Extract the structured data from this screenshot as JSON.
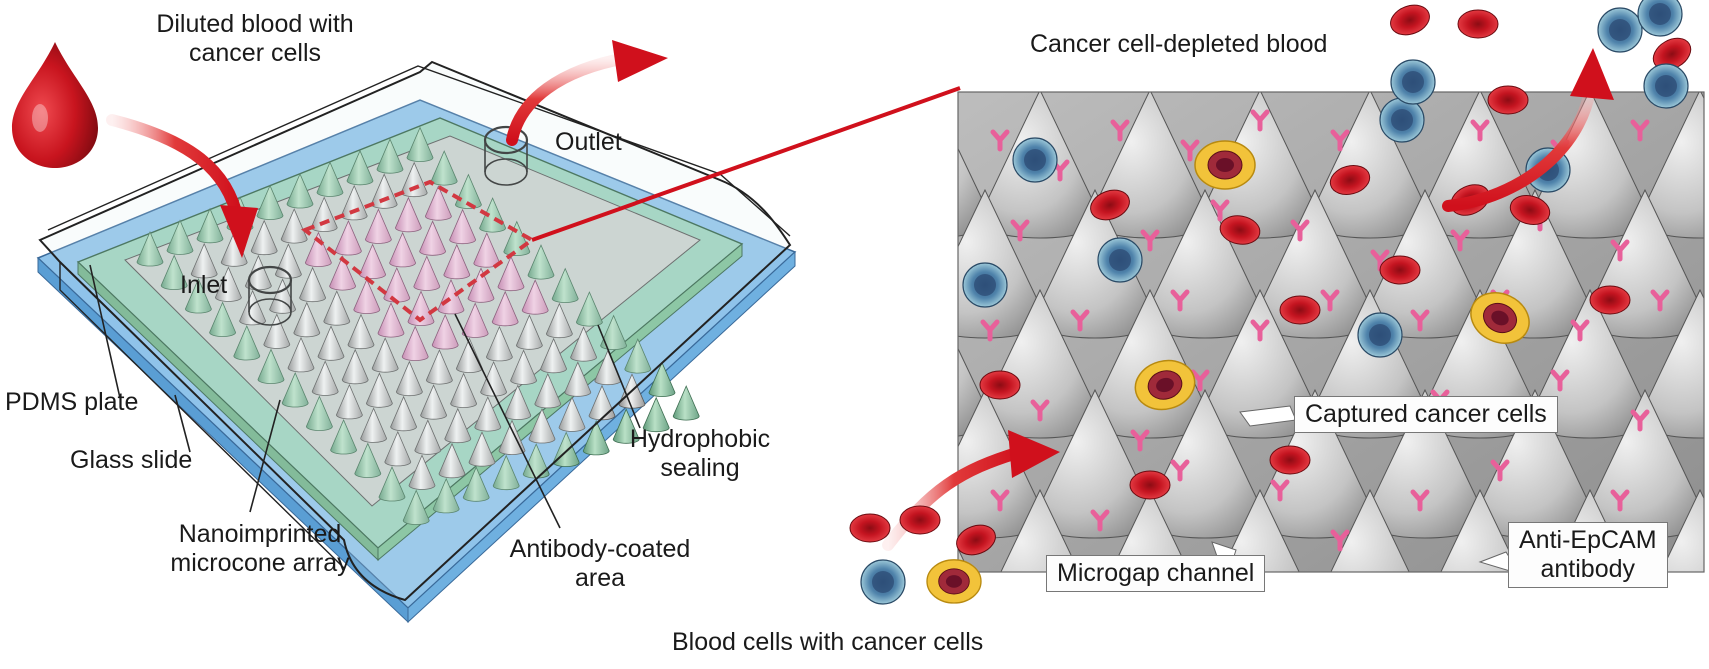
{
  "labels": {
    "diluted_blood": "Diluted blood with\ncancer cells",
    "outlet": "Outlet",
    "inlet": "Inlet",
    "pdms_plate": "PDMS plate",
    "glass_slide": "Glass slide",
    "nanoimprinted": "Nanoimprinted\nmicrocone array",
    "antibody_area": "Antibody-coated\narea",
    "hydrophobic": "Hydrophobic\nsealing",
    "blood_cells": "Blood cells with cancer cells",
    "depleted": "Cancer cell-depleted blood",
    "captured": "Captured cancer cells",
    "microgap": "Microgap channel",
    "anti_epcam": "Anti-EpCAM\nantibody"
  },
  "colors": {
    "blood_red": "#c8141e",
    "rbc": "#c41420",
    "cone_gray": "#b8b8b8",
    "antibody_pink": "#e8609a",
    "sealing_green": "#9dd4b0",
    "glass_blue": "#8fc3ea",
    "cancer_yellow": "#f2c33a",
    "wbc_blue": "#3e6f97"
  },
  "icons": [
    "blood-drop-icon",
    "arrow-icon",
    "red-blood-cell-icon",
    "white-blood-cell-icon",
    "cancer-cell-icon",
    "antibody-icon",
    "microcone-icon"
  ]
}
